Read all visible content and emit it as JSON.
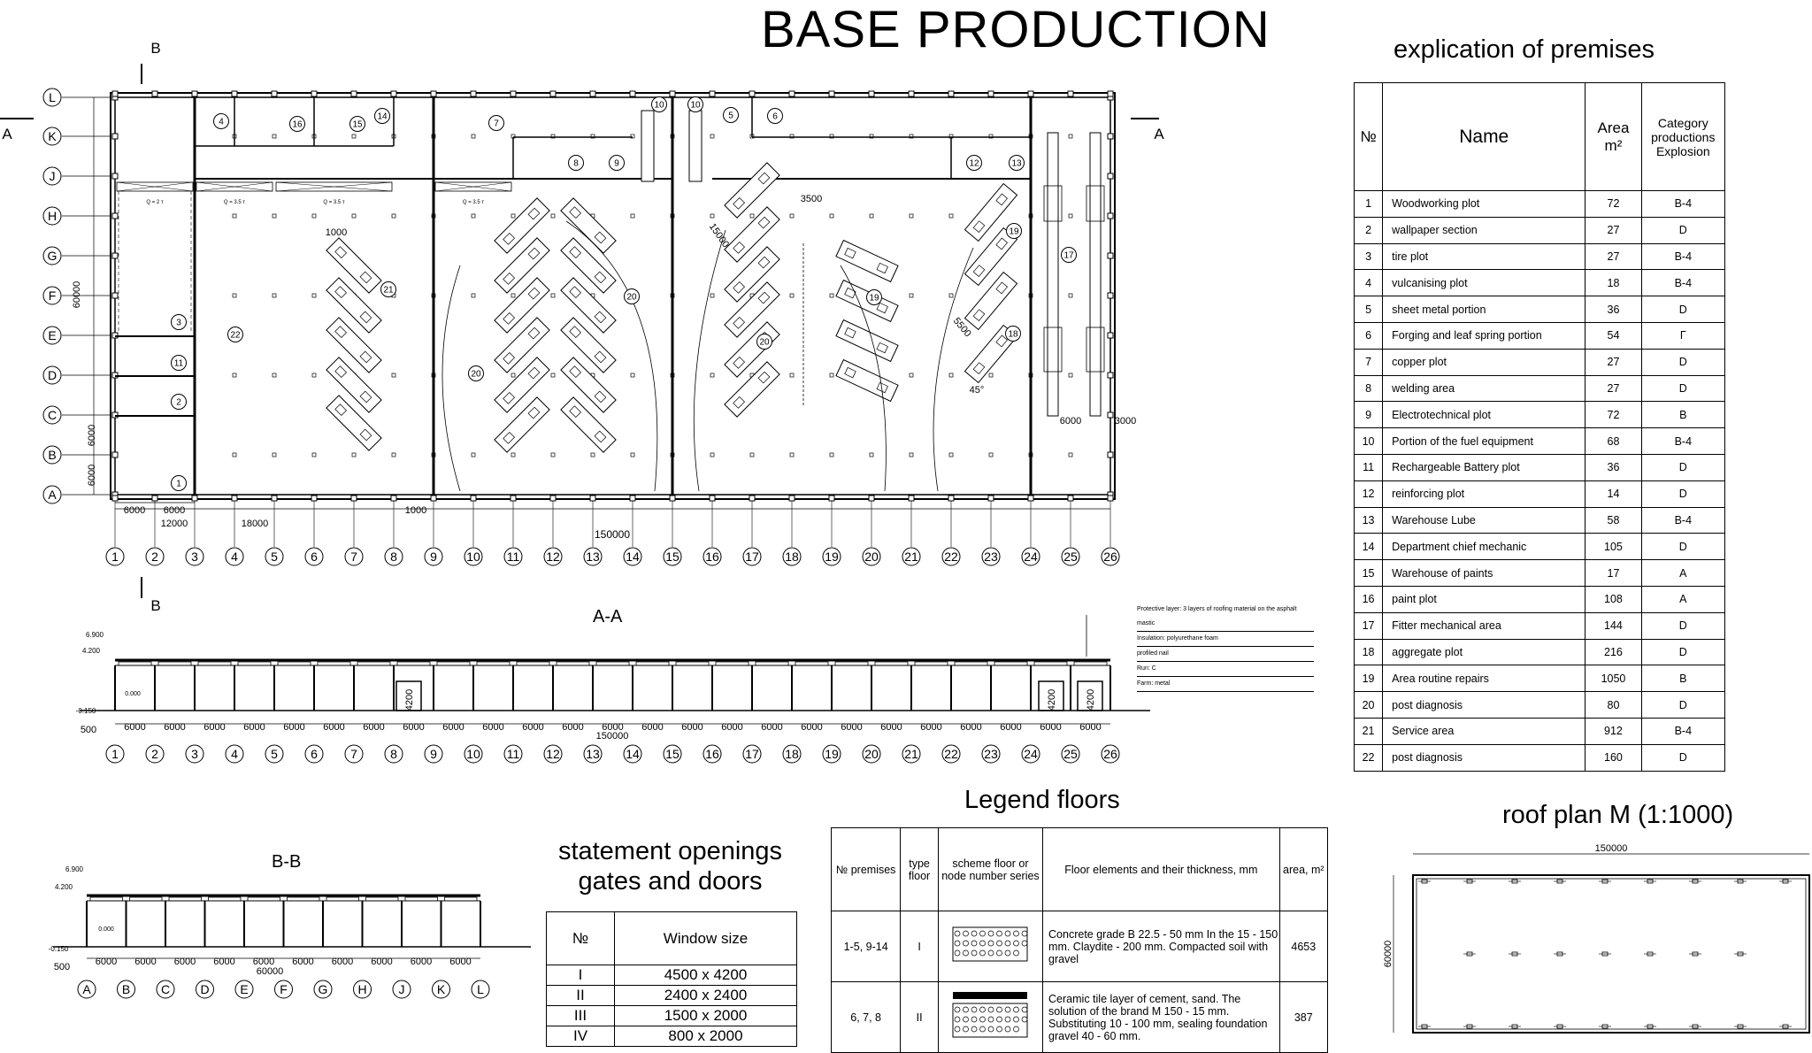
{
  "title": "BASE PRODUCTION",
  "plan": {
    "axis_rows": [
      "L",
      "K",
      "J",
      "H",
      "G",
      "F",
      "E",
      "D",
      "C",
      "B",
      "A"
    ],
    "axis_cols": [
      "1",
      "2",
      "3",
      "4",
      "5",
      "6",
      "7",
      "8",
      "9",
      "10",
      "11",
      "12",
      "13",
      "14",
      "15",
      "16",
      "17",
      "18",
      "19",
      "20",
      "21",
      "22",
      "23",
      "24",
      "25",
      "26"
    ],
    "section_marks": {
      "a": "A",
      "b": "B"
    },
    "total_length": "150000",
    "total_height": "60000",
    "dims": {
      "d6000": "6000",
      "d12000": "12000",
      "d18000": "18000",
      "d1000": "1000",
      "d3500": "3500",
      "d15000": "15000",
      "d5500": "5500",
      "d3000": "3000",
      "angle": "45°"
    },
    "crane_labels": [
      "Q = 2 т",
      "Q = 3.5 т",
      "Q = 3.5 т",
      "Q = 3.5 т"
    ],
    "room_numbers": [
      "4",
      "16",
      "15",
      "14",
      "7",
      "10",
      "10",
      "5",
      "6",
      "8",
      "9",
      "12",
      "13",
      "3",
      "11",
      "2",
      "1",
      "22",
      "21",
      "20",
      "20",
      "20",
      "19",
      "19",
      "18",
      "17"
    ]
  },
  "section_aa": {
    "title": "A-A",
    "levels": [
      "6.900",
      "4.200",
      "0.000",
      "-0.150"
    ],
    "base": "500",
    "spans": [
      "6000",
      "6000",
      "6000",
      "6000",
      "6000",
      "6000",
      "6000",
      "6000",
      "6000",
      "6000",
      "6000",
      "6000",
      "6000",
      "6000",
      "6000",
      "6000",
      "6000",
      "6000",
      "6000",
      "6000",
      "6000",
      "6000",
      "6000",
      "6000",
      "6000"
    ],
    "total": "150000",
    "gate_heights": [
      "4200",
      "4200",
      "4200"
    ],
    "notes": [
      "Protective layer: 3 layers of roofing material on the asphalt mastic",
      "Insulation: polyurethane foam",
      "profiled nail",
      "Run: C",
      "Farm: metal"
    ]
  },
  "section_bb": {
    "title": "B-B",
    "levels": [
      "6.900",
      "4.200",
      "0.000",
      "-0.150"
    ],
    "base": "500",
    "spans": [
      "6000",
      "6000",
      "6000",
      "6000",
      "6000",
      "6000",
      "6000",
      "6000",
      "6000",
      "6000"
    ],
    "total": "60000",
    "axes": [
      "A",
      "B",
      "C",
      "D",
      "E",
      "F",
      "G",
      "H",
      "J",
      "K",
      "L"
    ]
  },
  "explication": {
    "title": "explication of premises",
    "headers": {
      "no": "№",
      "name": "Name",
      "area": "Area m²",
      "cat": "Category productions Explosion"
    },
    "rows": [
      {
        "no": "1",
        "name": "Woodworking plot",
        "area": "72",
        "cat": "B-4"
      },
      {
        "no": "2",
        "name": "wallpaper section",
        "area": "27",
        "cat": "D"
      },
      {
        "no": "3",
        "name": "tire plot",
        "area": "27",
        "cat": "B-4"
      },
      {
        "no": "4",
        "name": "vulcanising plot",
        "area": "18",
        "cat": "B-4"
      },
      {
        "no": "5",
        "name": "sheet metal portion",
        "area": "36",
        "cat": "D"
      },
      {
        "no": "6",
        "name": "Forging and leaf spring portion",
        "area": "54",
        "cat": "Г"
      },
      {
        "no": "7",
        "name": "copper plot",
        "area": "27",
        "cat": "D"
      },
      {
        "no": "8",
        "name": "welding area",
        "area": "27",
        "cat": "D"
      },
      {
        "no": "9",
        "name": "Electrotechnical plot",
        "area": "72",
        "cat": "B"
      },
      {
        "no": "10",
        "name": "Portion of the fuel equipment",
        "area": "68",
        "cat": "B-4"
      },
      {
        "no": "11",
        "name": "Rechargeable Battery plot",
        "area": "36",
        "cat": "D"
      },
      {
        "no": "12",
        "name": "reinforcing plot",
        "area": "14",
        "cat": "D"
      },
      {
        "no": "13",
        "name": "Warehouse Lube",
        "area": "58",
        "cat": "B-4"
      },
      {
        "no": "14",
        "name": "Department chief mechanic",
        "area": "105",
        "cat": "D"
      },
      {
        "no": "15",
        "name": "Warehouse of paints",
        "area": "17",
        "cat": "A"
      },
      {
        "no": "16",
        "name": "paint plot",
        "area": "108",
        "cat": "A"
      },
      {
        "no": "17",
        "name": "Fitter mechanical area",
        "area": "144",
        "cat": "D"
      },
      {
        "no": "18",
        "name": "aggregate plot",
        "area": "216",
        "cat": "D"
      },
      {
        "no": "19",
        "name": "Area routine repairs",
        "area": "1050",
        "cat": "B"
      },
      {
        "no": "20",
        "name": "post diagnosis",
        "area": "80",
        "cat": "D"
      },
      {
        "no": "21",
        "name": "Service area",
        "area": "912",
        "cat": "B-4"
      },
      {
        "no": "22",
        "name": "post diagnosis",
        "area": "160",
        "cat": "D"
      }
    ]
  },
  "openings": {
    "title_line1": "statement openings",
    "title_line2": "gates and doors",
    "headers": {
      "no": "№",
      "size": "Window size"
    },
    "rows": [
      {
        "no": "I",
        "size": "4500 x 4200"
      },
      {
        "no": "II",
        "size": "2400 x 2400"
      },
      {
        "no": "III",
        "size": "1500 x 2000"
      },
      {
        "no": "IV",
        "size": "800 x 2000"
      }
    ]
  },
  "floors": {
    "title": "Legend floors",
    "headers": {
      "premises": "№ premises",
      "type": "type floor",
      "scheme": "scheme floor or node number series",
      "elements": "Floor elements and their thickness, mm",
      "area": "area, m²"
    },
    "rows": [
      {
        "premises": "1-5, 9-14",
        "type": "I",
        "elements": "Concrete grade B 22.5 - 50 mm In the 15 - 150 mm. Claydite - 200 mm. Compacted soil with gravel",
        "area": "4653"
      },
      {
        "premises": "6, 7, 8",
        "type": "II",
        "elements": "Ceramic tile layer of cement, sand. The solution of the brand M 150 - 15 mm. Substituting 10 - 100 mm, sealing foundation gravel 40 - 60 mm.",
        "area": "387"
      }
    ]
  },
  "roof": {
    "title": "roof plan M (1:1000)",
    "length": "150000",
    "width": "60000"
  }
}
